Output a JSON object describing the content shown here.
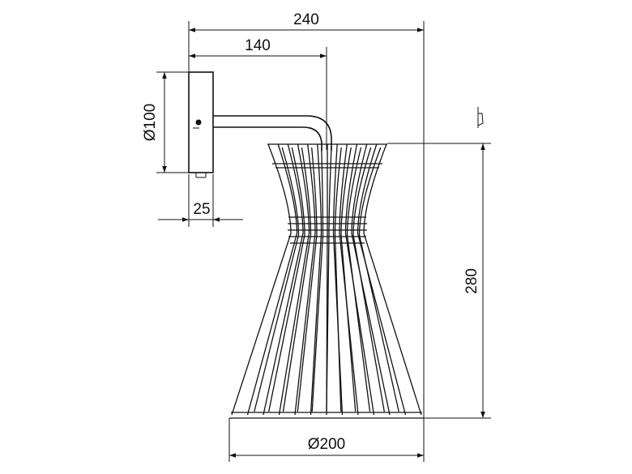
{
  "dimensions": {
    "overall_width": "240",
    "arm_projection": "140",
    "plate_diameter": "Ø100",
    "plate_depth": "25",
    "shade_height": "280",
    "shade_diameter": "Ø200"
  }
}
